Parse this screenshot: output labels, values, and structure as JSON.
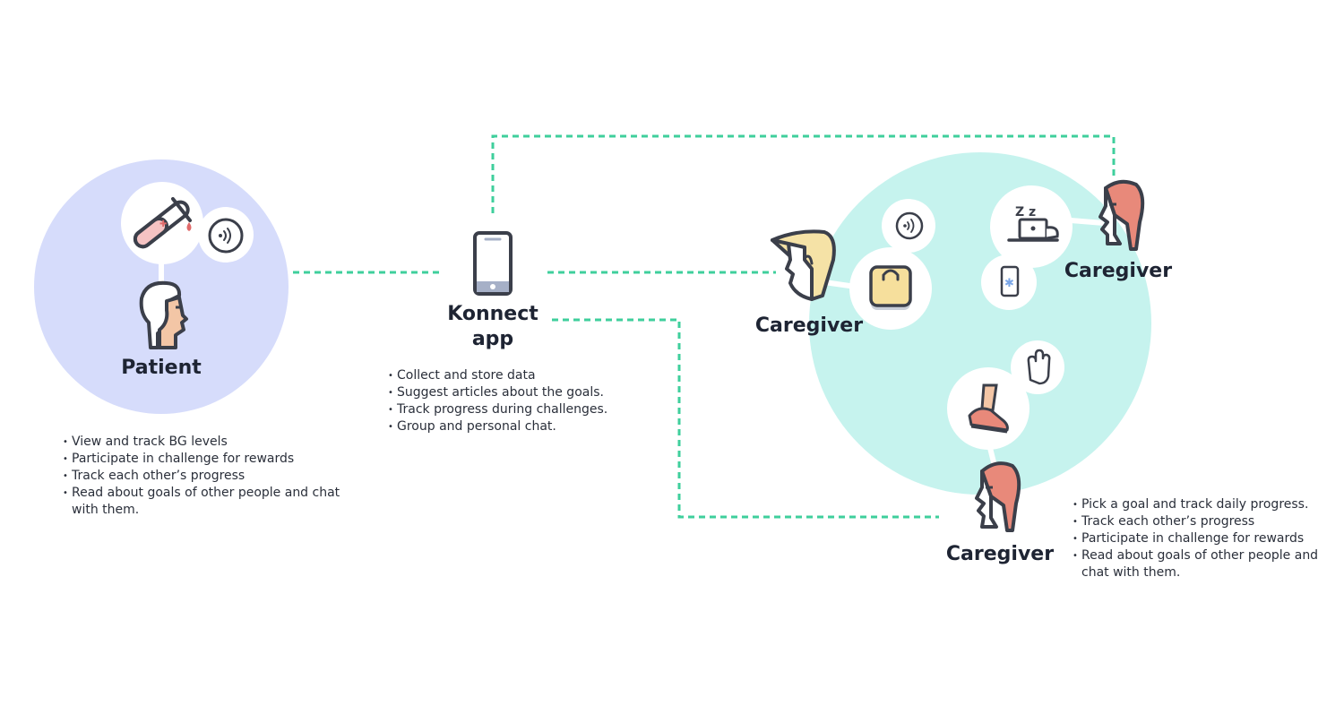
{
  "colors": {
    "connector": "#3fcf9c",
    "patient_zone": "#d6dcfb",
    "caregiver_zone": "#c6f3ee",
    "text": "#1e2433",
    "icon_stroke": "#3b3f4a",
    "skin": "#f3c6a6",
    "hair_red": "#e8897a",
    "hair_blond": "#f5e2a6",
    "bag": "#f6df9c"
  },
  "nodes": {
    "patient": {
      "label": "Patient",
      "features": [
        "View and track BG levels",
        "Participate in challenge for rewards",
        "Track each other’s progress",
        "Read about goals of other people and chat with them."
      ],
      "icons": [
        "test-tube-icon",
        "nfc-sensor-icon",
        "patient-avatar-icon"
      ]
    },
    "app": {
      "label_line1": "Konnect",
      "label_line2": "app",
      "features": [
        "Collect and store data",
        "Suggest articles about the goals.",
        "Track progress during challenges.",
        "Group and personal chat."
      ],
      "icons": [
        "smartphone-icon"
      ]
    },
    "caregiver_left": {
      "label": "Caregiver",
      "icons": [
        "caregiver-blond-avatar-icon",
        "nfc-sensor-icon",
        "shopping-bag-icon"
      ]
    },
    "caregiver_right": {
      "label": "Caregiver",
      "icons": [
        "caregiver-red-avatar-icon",
        "sleeping-laptop-icon",
        "medical-phone-icon"
      ]
    },
    "caregiver_bottom": {
      "label": "Caregiver",
      "features": [
        "Pick a goal and track daily progress.",
        "Track each other’s progress",
        "Participate in challenge for rewards",
        "Read about goals of other people and chat with them."
      ],
      "icons": [
        "caregiver-red-avatar-icon",
        "running-shoe-icon",
        "raised-hand-icon"
      ]
    }
  }
}
